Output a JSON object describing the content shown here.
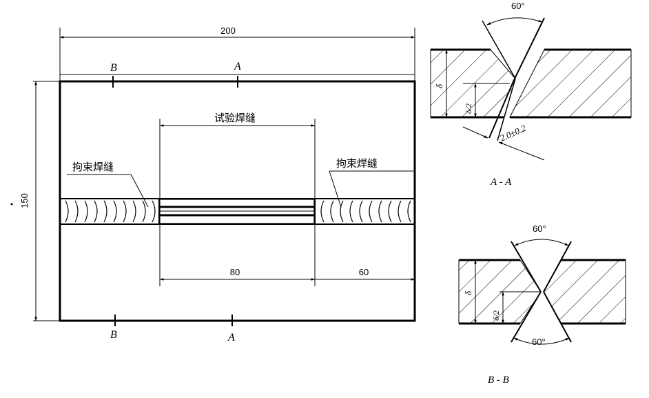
{
  "plan_view": {
    "dim_width": "200",
    "dim_height": "150",
    "section_a_top": "A",
    "section_b_top": "B",
    "section_a_bottom": "A",
    "section_b_bottom": "B",
    "test_weld_label": "试验焊缝",
    "restraint_weld_left": "拘束焊缝",
    "restraint_weld_right": "拘束焊缝",
    "dim_test_length": "80",
    "dim_restraint_length": "60"
  },
  "section_a": {
    "angle": "60°",
    "thickness": "δ",
    "half_thickness": "δ/2",
    "gap": "2.0±0.2",
    "caption": "A - A"
  },
  "section_b": {
    "angle_top": "60°",
    "angle_bottom": "60°",
    "thickness": "δ",
    "half_thickness": "δ/2",
    "caption": "B - B"
  }
}
